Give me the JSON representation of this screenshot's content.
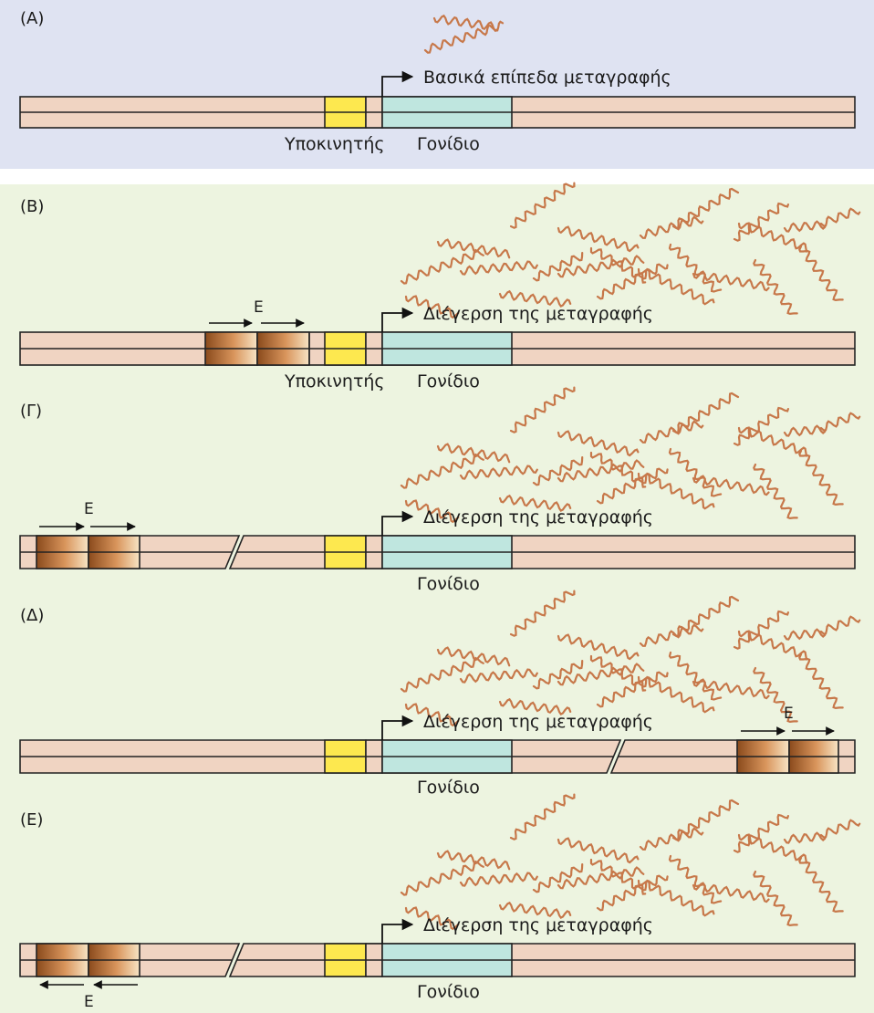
{
  "colors": {
    "panel_a_bg": "#dfe3f2",
    "panel_rest_bg": "#edf4e0",
    "dna": "#f0d4c2",
    "promoter": "#fde84f",
    "gene": "#bfe6df",
    "mrna": "#c7784a"
  },
  "panels": [
    {
      "label": "(A)",
      "arrow_text": "Βασικά επίπεδα μεταγραφής",
      "promoter_label": "Υποκινητής",
      "gene_label": "Γονίδιο"
    },
    {
      "label": "(B)",
      "arrow_text": "Διέγερση της μεταγραφής",
      "promoter_label": "Υποκινητής",
      "gene_label": "Γονίδιο",
      "enhancer_label": "E"
    },
    {
      "label": "(Γ)",
      "arrow_text": "Διέγερση της μεταγραφής",
      "gene_label": "Γονίδιο",
      "enhancer_label": "E"
    },
    {
      "label": "(Δ)",
      "arrow_text": "Διέγερση της μεταγραφής",
      "gene_label": "Γονίδιο",
      "enhancer_label": "E"
    },
    {
      "label": "(E)",
      "arrow_text": "Διέγερση της μεταγραφής",
      "gene_label": "Γονίδιο",
      "enhancer_label": "E"
    }
  ]
}
